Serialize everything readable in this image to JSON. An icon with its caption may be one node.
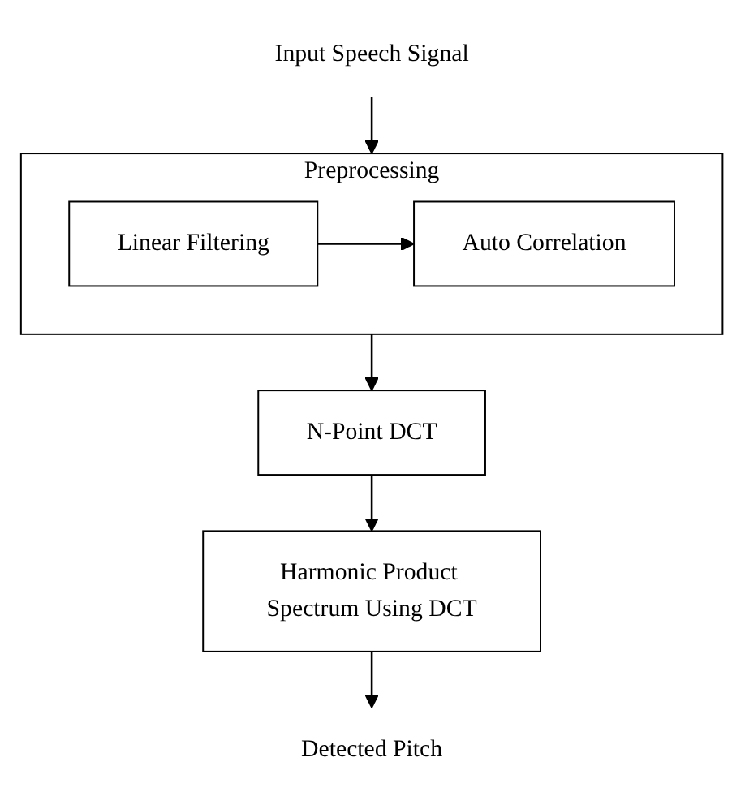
{
  "diagram": {
    "nodes": [
      {
        "text": [
          "Input Speech Signal"
        ]
      },
      {
        "text": [
          "Preprocessing"
        ]
      },
      {
        "text": [
          "Linear Filtering"
        ],
        "in": 1
      },
      {
        "text": [
          "Auto Correlation"
        ],
        "in": 1
      },
      {
        "text": [
          "N-Point DCT"
        ]
      },
      {
        "text": [
          "Harmonic Product Spectrum Using DCT"
        ]
      },
      {
        "text": [
          "Detected Pitch"
        ]
      }
    ],
    "edges": [
      {
        "from": 0,
        "to": 1,
        "arrow": "to"
      },
      {
        "from": 2,
        "to": 3,
        "arrow": "to"
      },
      {
        "from": 1,
        "to": 4,
        "arrow": "to"
      },
      {
        "from": 4,
        "to": 5,
        "arrow": "to"
      },
      {
        "from": 5,
        "to": 6,
        "arrow": "to"
      }
    ]
  }
}
